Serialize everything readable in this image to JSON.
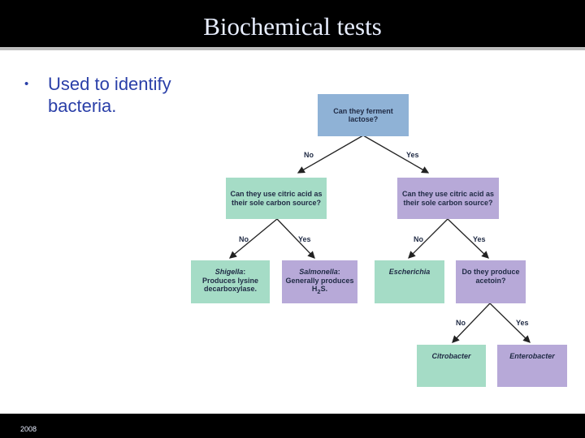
{
  "slide": {
    "title": "Biochemical tests",
    "bullet": "Used to identify bacteria.",
    "footer": "2008"
  },
  "diagram": {
    "root": "Can they ferment lactose?",
    "no_label": "No",
    "yes_label": "Yes",
    "left_question": "Can they use citric acid as their sole carbon source?",
    "right_question": "Can they use citric acid as their sole carbon source?",
    "shigella": {
      "name": "Shigella",
      "desc": "Produces lysine decarboxylase."
    },
    "salmonella": {
      "name": "Salmonella",
      "desc": "Generally produces H",
      "sub": "2",
      "tail": "S."
    },
    "escherichia": "Escherichia",
    "acetoin": "Do they produce acetoin?",
    "citrobacter": "Citrobacter",
    "enterobacter": "Enterobacter"
  },
  "colors": {
    "blue_box": "#8fb2d6",
    "green_box": "#a5dcc6",
    "purple_box": "#b7a9d8",
    "title_bg": "#000000",
    "bullet_text": "#2a3fa8"
  }
}
